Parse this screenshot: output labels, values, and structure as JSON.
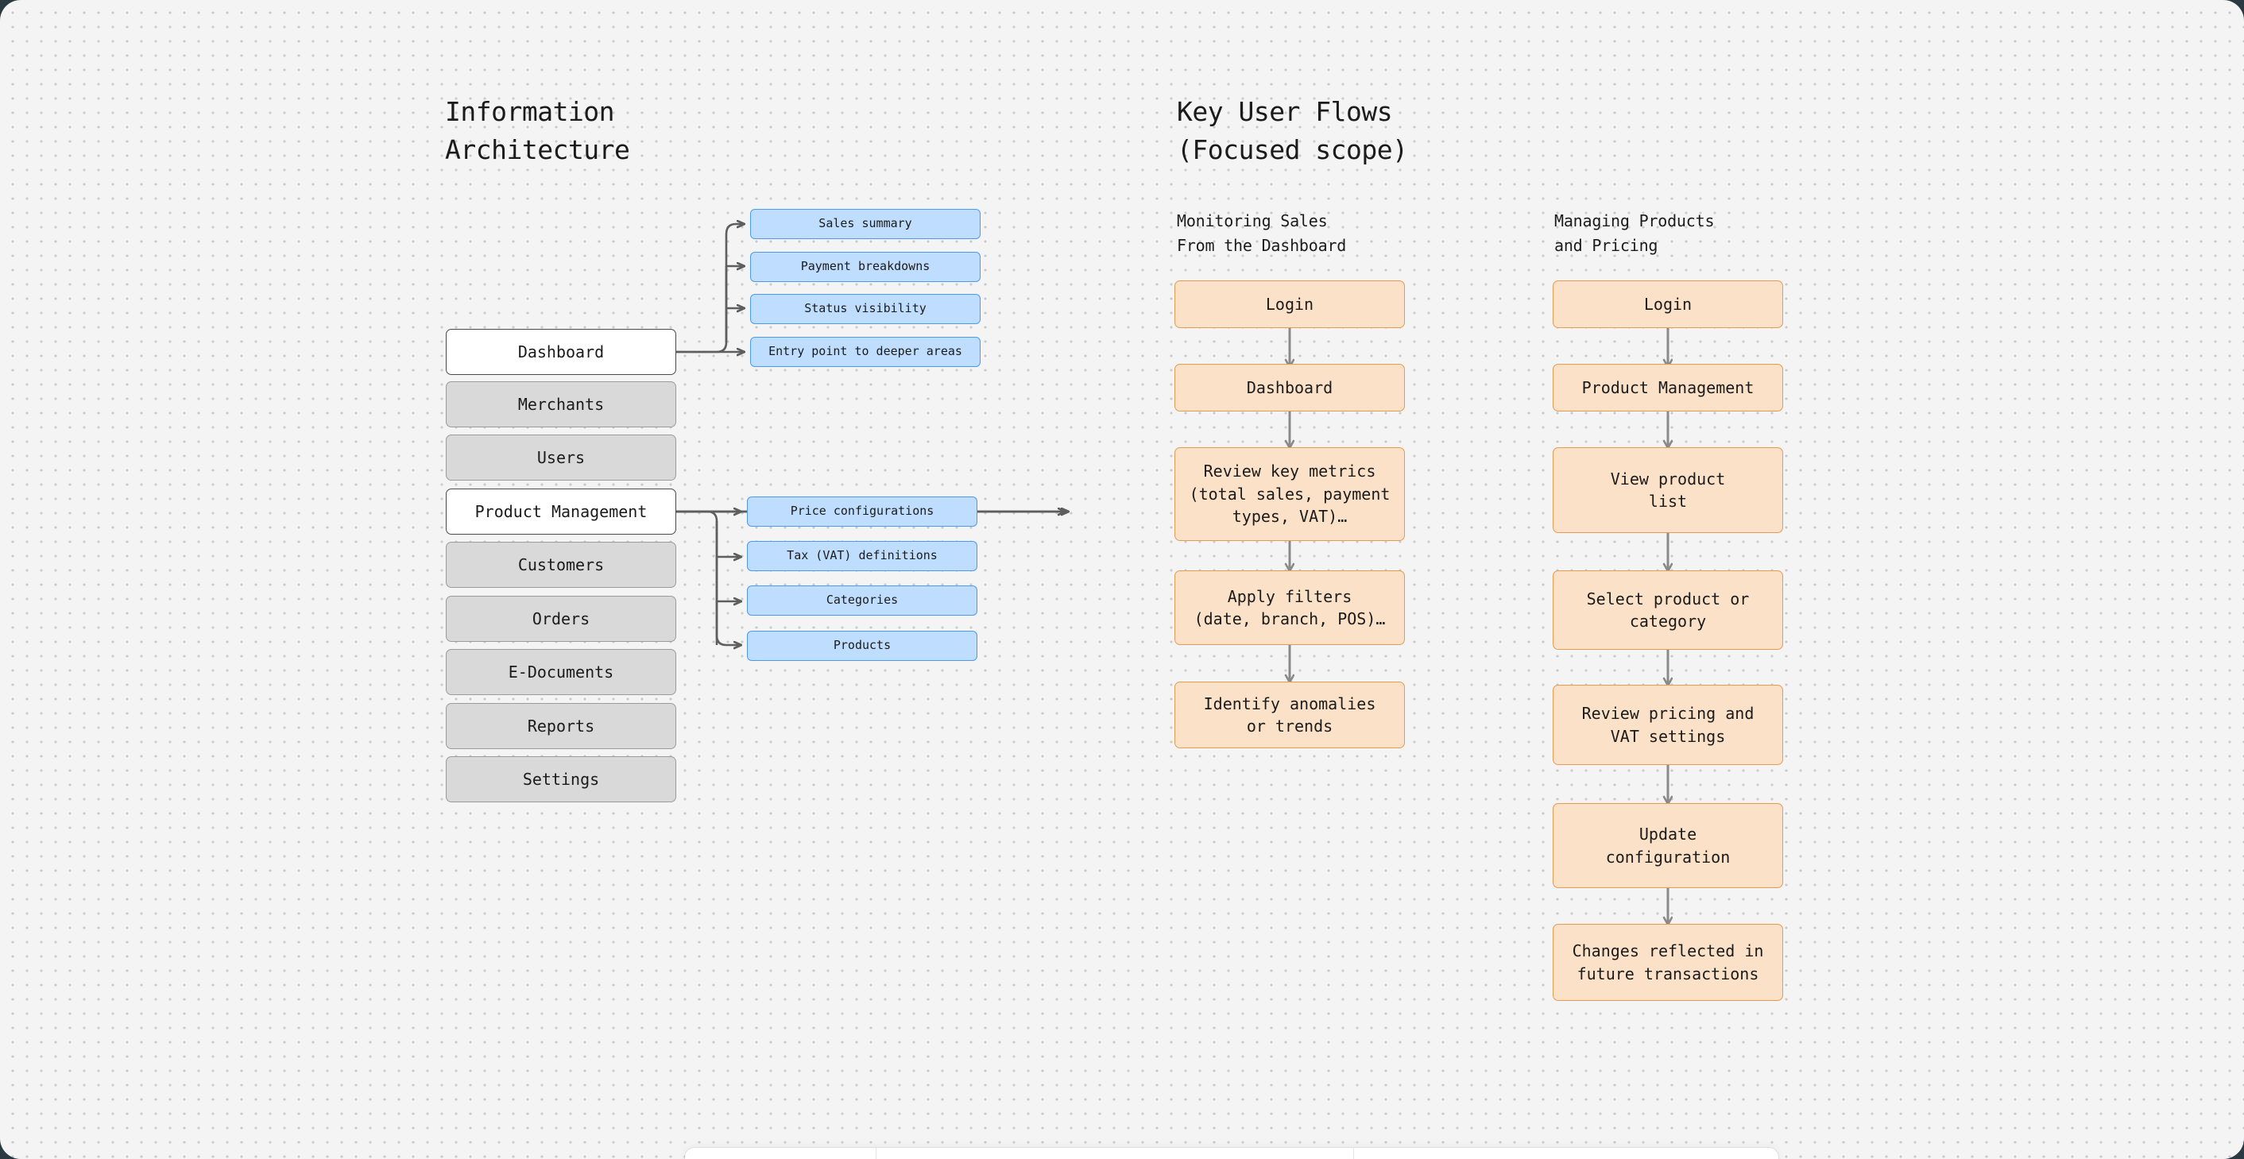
{
  "canvas": {
    "background_color": "#f4f4f4",
    "dot_color": "#c9cbcd",
    "frame_color": "#2b3a42"
  },
  "palette": {
    "blue_fill": "#bfdeff",
    "blue_border": "#4c9af0",
    "orange_fill": "#fae1c8",
    "orange_border": "#e89a50",
    "gray_fill": "#d9d9d9",
    "gray_border": "#9b9b9b",
    "active_fill": "#ffffff",
    "active_border": "#4a4a4a",
    "edge_color": "#5e5e5e",
    "text_color": "#1b1b1b"
  },
  "information_architecture": {
    "title": "Information\nArchitecture",
    "nav_items": [
      {
        "label": "Dashboard",
        "active": true
      },
      {
        "label": "Merchants",
        "active": false
      },
      {
        "label": "Users",
        "active": false
      },
      {
        "label": "Product Management",
        "active": true
      },
      {
        "label": "Customers",
        "active": false
      },
      {
        "label": "Orders",
        "active": false
      },
      {
        "label": "E-Documents",
        "active": false
      },
      {
        "label": "Reports",
        "active": false
      },
      {
        "label": "Settings",
        "active": false
      }
    ],
    "dashboard_children": [
      "Sales summary",
      "Payment breakdowns",
      "Status visibility",
      "Entry point to deeper areas"
    ],
    "product_management_children": [
      "Price configurations",
      "Tax (VAT) definitions",
      "Categories",
      "Products"
    ]
  },
  "key_user_flows": {
    "title": "Key User Flows\n(Focused scope)",
    "flows": [
      {
        "heading": "Monitoring Sales\nFrom the Dashboard",
        "steps": [
          "Login",
          "Dashboard",
          "Review key metrics\n(total sales, payment\ntypes, VAT)…",
          "Apply filters\n(date, branch, POS)…",
          "Identify anomalies\nor trends"
        ]
      },
      {
        "heading": "Managing Products\nand Pricing",
        "steps": [
          "Login",
          "Product Management",
          "View product\nlist",
          "Select product or\ncategory",
          "Review pricing and\nVAT settings",
          "Update\nconfiguration",
          "Changes reflected in\nfuture transactions"
        ]
      }
    ]
  }
}
